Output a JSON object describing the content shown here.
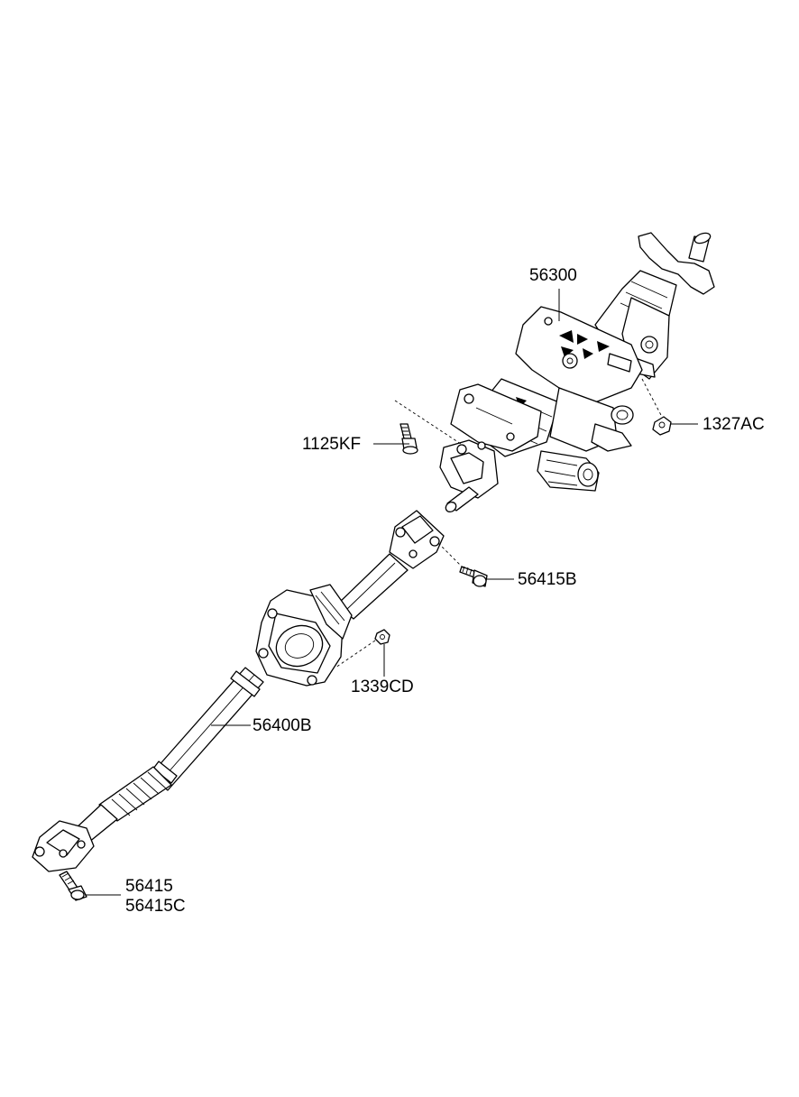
{
  "labels": {
    "p56300": "56300",
    "p1327AC": "1327AC",
    "p1125KF": "1125KF",
    "p56415B": "56415B",
    "p1339CD": "1339CD",
    "p56400B": "56400B",
    "p56415": "56415",
    "p56415C": "56415C"
  }
}
